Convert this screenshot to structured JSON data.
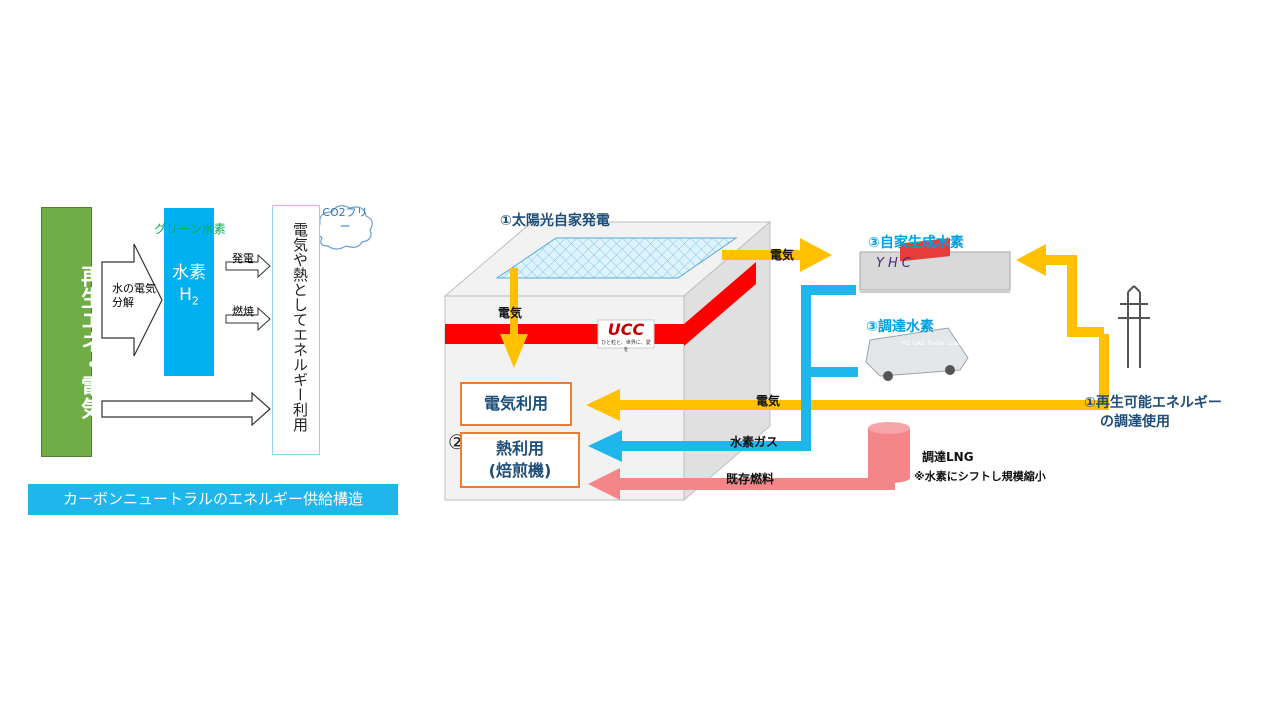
{
  "left": {
    "renewable_label": "再生エネ・電気",
    "electrolysis_label": "水の電気分解",
    "green_h2_label": "グリーン水素",
    "h2_label": "水素H",
    "h2_sub": "2",
    "power_gen_label": "発電",
    "combustion_label": "燃焼",
    "energy_use_label": "電気や熱としてエネルギー利用",
    "co2_free_label": "CO2フリー",
    "caption": "カーボンニュートラルのエネルギー供給構造"
  },
  "right": {
    "solar_label": "①太陽光自家発電",
    "solar_elec": "電気",
    "elec_to_h2": "電気",
    "self_h2_label": "③自家生成水素",
    "procured_h2_label": "③調達水素",
    "elec_use_label": "電気利用",
    "heat_use_num": "②",
    "heat_use_label": "熱利用",
    "heat_use_sub": "(焙煎機)",
    "grid_elec_label": "電気",
    "h2_gas_label": "水素ガス",
    "existing_fuel_label": "既存燃料",
    "lng_label": "調達LNG",
    "lng_note": "※水素にシフトし規模縮小",
    "renewable_proc_label": "①再生可能エネルギー",
    "renewable_proc_sub": "の調達使用",
    "ucc_logo": "UCC",
    "ucc_tagline": "ひと粒と、世界に、愛を",
    "yhc_logo": "YHC",
    "trailer_text": "H2 GAS Trailer Loader"
  },
  "colors": {
    "green": "#70ad47",
    "blue": "#00b0f0",
    "yellow": "#ffc000",
    "pink": "#f4868a",
    "red": "#ff0000",
    "orange": "#ed7d31",
    "navy": "#1f4e79"
  }
}
